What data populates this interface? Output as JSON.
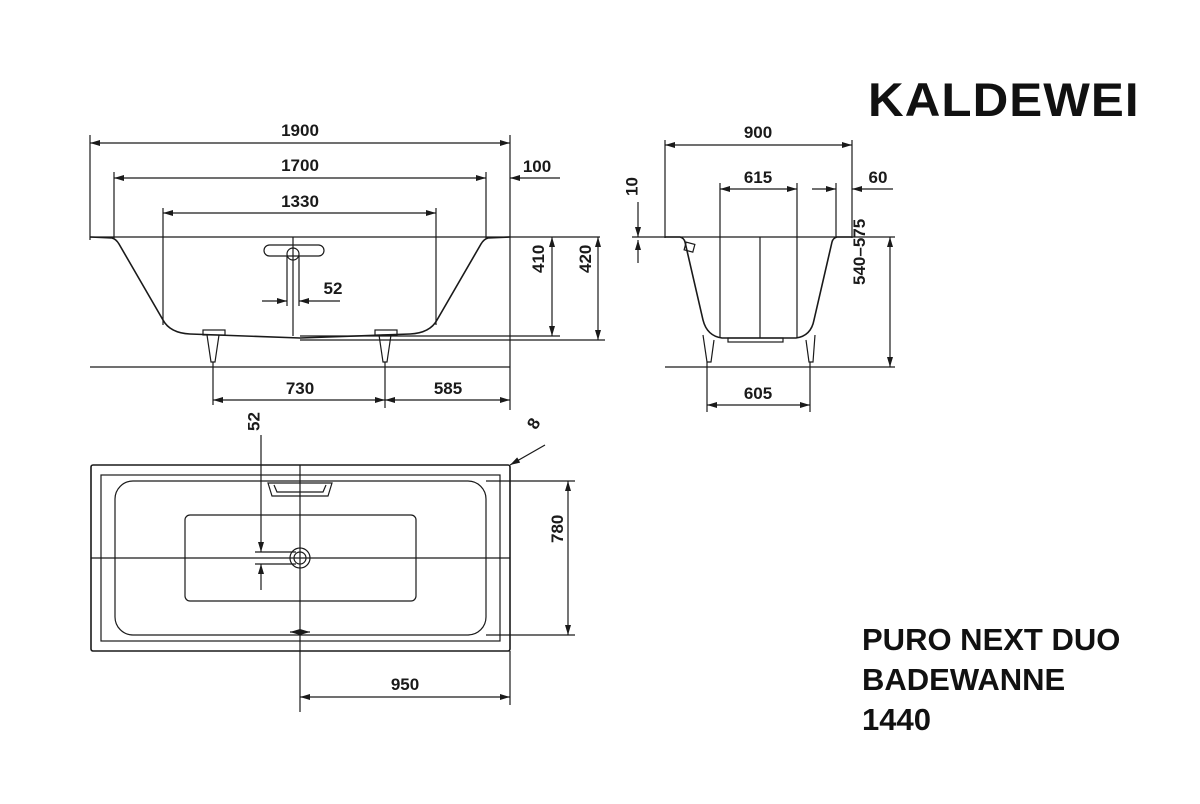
{
  "brand": "KALDEWEI",
  "product": {
    "line1": "PURO NEXT DUO",
    "line2": "BADEWANNE",
    "line3": "1440"
  },
  "side_view": {
    "overall_length": "1900",
    "inner_length": "1700",
    "rim_width": "100",
    "bottom_length": "1330",
    "overflow_offset": "52",
    "depth_inner": "410",
    "depth_outer": "420",
    "feet_spacing": "730",
    "feet_to_end": "585"
  },
  "end_view": {
    "overall_width": "900",
    "bottom_width": "615",
    "rim_width": "60",
    "rim_height": "10",
    "total_height": "540–575",
    "feet_spacing": "605"
  },
  "plan_view": {
    "overflow_offset": "52",
    "corner_radius": "8",
    "inner_width": "780",
    "drain_to_end": "950"
  }
}
